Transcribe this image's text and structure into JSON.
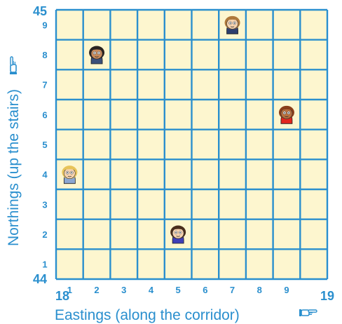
{
  "grid": {
    "background_color": "#fdf6cf",
    "line_color": "#2a8fce",
    "columns": 10,
    "rows": 9
  },
  "x_axis": {
    "title": "Eastings (along the corridor)",
    "start_label": "18",
    "end_label": "19",
    "tick_labels": [
      "1",
      "2",
      "3",
      "4",
      "5",
      "6",
      "7",
      "8",
      "9"
    ],
    "pointer_icon": "pointing-hand-right-icon"
  },
  "y_axis": {
    "title": "Northings (up the stairs)",
    "start_label": "44",
    "end_label": "45",
    "tick_labels": [
      "1",
      "2",
      "3",
      "4",
      "5",
      "6",
      "7",
      "8",
      "9"
    ],
    "pointer_icon": "pointing-hand-up-icon"
  },
  "characters": [
    {
      "easting": 0.5,
      "northing": 3.5,
      "hair": "#e8c45a",
      "skin": "#f6d2ae",
      "shirt": "#8aa6d2"
    },
    {
      "easting": 1.5,
      "northing": 7.5,
      "hair": "#2a2320",
      "skin": "#c98a5a",
      "shirt": "#3b4f7a"
    },
    {
      "easting": 4.5,
      "northing": 1.5,
      "hair": "#4a2e1c",
      "skin": "#f6d2ae",
      "shirt": "#3e3fb8"
    },
    {
      "easting": 6.5,
      "northing": 8.5,
      "hair": "#b07a3c",
      "skin": "#f6d2ae",
      "shirt": "#2d3e6e"
    },
    {
      "easting": 8.5,
      "northing": 5.5,
      "hair": "#8a3e1a",
      "skin": "#b8703e",
      "shirt": "#e2261e"
    }
  ]
}
